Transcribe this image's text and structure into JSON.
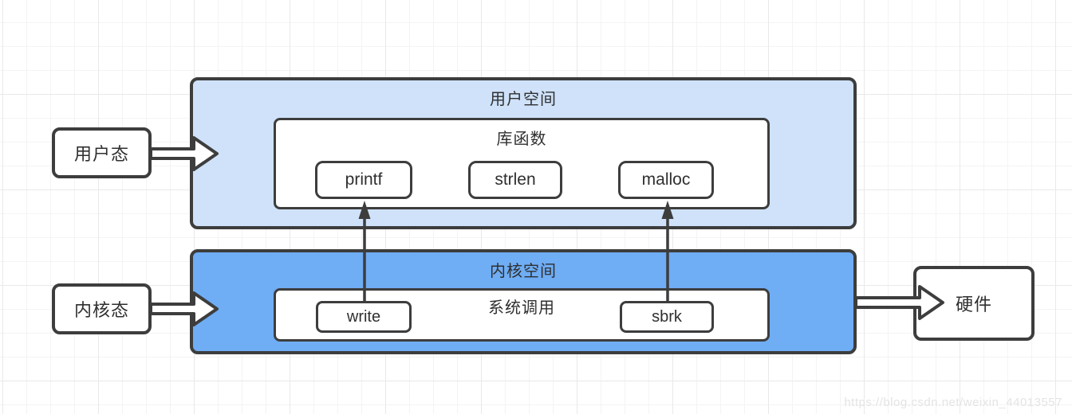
{
  "diagram": {
    "user_space_title": "用户空间",
    "library_title": "库函数",
    "library_functions": [
      "printf",
      "strlen",
      "malloc"
    ],
    "kernel_space_title": "内核空间",
    "syscall_title": "系统调用",
    "syscall_functions": [
      "write",
      "sbrk"
    ],
    "user_mode_label": "用户态",
    "kernel_mode_label": "内核态",
    "hardware_label": "硬件",
    "watermark": "https://blog.csdn.net/weixin_44013557",
    "colors": {
      "user_space_fill": "#cfe2fa",
      "kernel_space_fill": "#6fadf4",
      "box_border": "#3d3d3d",
      "text": "#2f2f2f",
      "watermark": "#e4e4e4"
    }
  }
}
